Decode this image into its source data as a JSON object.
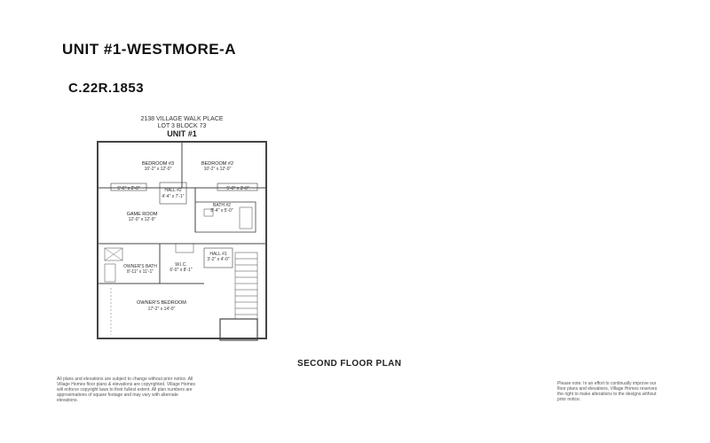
{
  "header": {
    "unit_title": "UNIT #1-WESTMORE-A",
    "code": "C.22R.1853"
  },
  "plan_header": {
    "address": "2138 VILLAGE WALK PLACE",
    "lot": "LOT 3 BLOCK 73",
    "unit": "UNIT #1"
  },
  "rooms": {
    "bedroom3": {
      "name": "BEDROOM #3",
      "dims": "10'-2\" x 12'-0\""
    },
    "bedroom2": {
      "name": "BEDROOM #2",
      "dims": "10'-2\" x 12'-0\""
    },
    "closet_left": {
      "dims": "5'-6\" x 2'-0\""
    },
    "closet_right": {
      "dims": "5'-0\" x 3'-0\""
    },
    "hall2": {
      "name": "HALL #2",
      "dims": "4'-4\" x 7'-1\""
    },
    "game_room": {
      "name": "GAME ROOM",
      "dims": "12'-0\" x 12'-9\""
    },
    "bath2": {
      "name": "BATH #2",
      "dims": "8'-4\" x 5'-0\""
    },
    "owners_bath": {
      "name": "OWNER'S BATH",
      "dims": "8'-11\" x 11'-1\""
    },
    "wic": {
      "name": "W.I.C.",
      "dims": "6'-0\" x 8'-1\""
    },
    "hall1": {
      "name": "HALL #1",
      "dims": "3'-2\" x 4'-0\""
    },
    "owners_bedroom": {
      "name": "OWNER'S BEDROOM",
      "dims": "17'-2\" x 14'-0\""
    }
  },
  "caption": "SECOND FLOOR PLAN",
  "disclaimer": "All plans and elevations are subject to change without prior notice. All Village Homes floor plans & elevations are copyrighted. Village Homes will enforce copyright laws to their fullest extent. All plan numbers are approximations of square footage and may vary with alternate elevations.",
  "note": "Please note: In an effort to continually improve our floor plans and elevations, Village Homes reserves the right to make alterations to the designs without prior notice.",
  "colors": {
    "line": "#444444",
    "text": "#111111"
  }
}
